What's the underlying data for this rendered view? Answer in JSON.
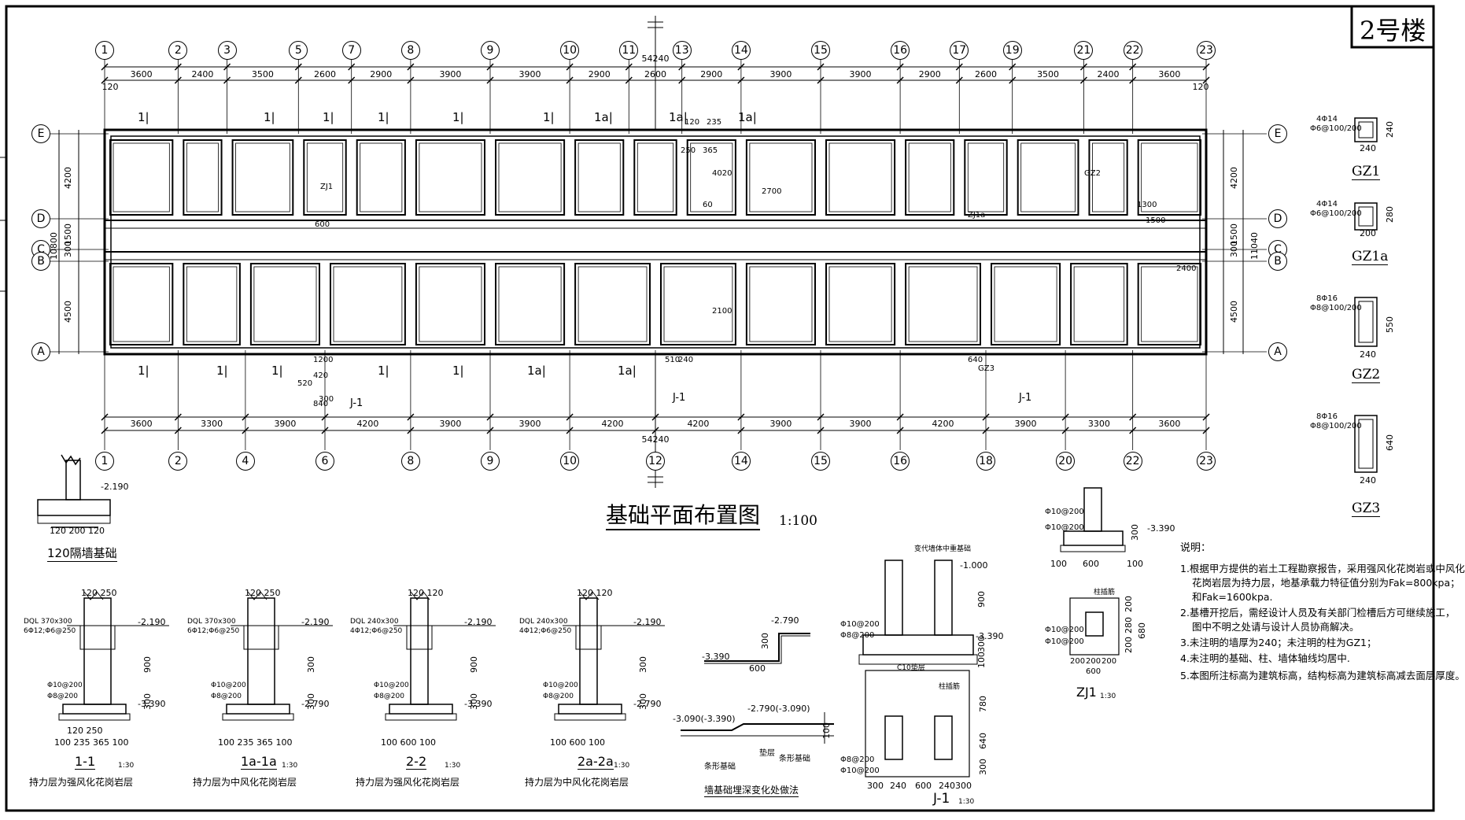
{
  "building_tag": "2号楼",
  "title": "基础平面布置图",
  "scale": "1:100",
  "top_axes": [
    "1",
    "2",
    "3",
    "5",
    "7",
    "8",
    "9",
    "10",
    "11",
    "13",
    "14",
    "15",
    "16",
    "17",
    "19",
    "21",
    "22",
    "23"
  ],
  "top_spans": [
    "3600",
    "2400",
    "3500",
    "2600",
    "2900",
    "3900",
    "3900",
    "2900",
    "2600",
    "2900",
    "3900",
    "3900",
    "2900",
    "2600",
    "3500",
    "2400",
    "3600"
  ],
  "top_total": "54240",
  "bottom_axes": [
    "1",
    "2",
    "4",
    "6",
    "8",
    "9",
    "10",
    "12",
    "14",
    "15",
    "16",
    "18",
    "20",
    "22",
    "23"
  ],
  "bottom_spans": [
    "3600",
    "3300",
    "3900",
    "4200",
    "3900",
    "3900",
    "4200",
    "4200",
    "3900",
    "3900",
    "4200",
    "3900",
    "3300",
    "3600"
  ],
  "bottom_total": "54240",
  "row_axes": [
    "E",
    "D",
    "C",
    "B",
    "A"
  ],
  "left_dims": [
    "4200",
    "1500",
    "300",
    "4500"
  ],
  "left_total": "10800",
  "right_total": "11040",
  "end_offset": "120",
  "footing_labels": {
    "top_row": [
      "1",
      "1",
      "1",
      "1",
      "1",
      "1",
      "1a",
      "1a",
      "1a"
    ],
    "bottom_row": [
      "1",
      "1",
      "1",
      "1",
      "1",
      "1a",
      "1a"
    ],
    "j1": "J-1",
    "zj1": "ZJ1",
    "zj1a": "ZJ1a",
    "gz2": "GZ2",
    "gz3": "GZ3"
  },
  "plan_dims": [
    "120",
    "235",
    "250",
    "365",
    "4020",
    "60",
    "2700",
    "2400",
    "2100",
    "1300",
    "1500",
    "600",
    "640",
    "510",
    "240",
    "420",
    "840",
    "300",
    "520",
    "1200"
  ],
  "columns": [
    {
      "name": "GZ1",
      "rebar": "4Φ14",
      "stirrup": "Φ6@100/200",
      "size_w": "240",
      "size_h": "240"
    },
    {
      "name": "GZ1a",
      "rebar": "4Φ14",
      "stirrup": "Φ6@100/200",
      "size_w": "200",
      "size_h": "280"
    },
    {
      "name": "GZ2",
      "rebar": "8Φ16",
      "stirrup": "Φ8@100/200",
      "size_w": "240",
      "size_h": "550"
    },
    {
      "name": "GZ3",
      "rebar": "8Φ16",
      "stirrup": "Φ8@100/200",
      "size_w": "240",
      "size_h": "640"
    }
  ],
  "partition_footing": {
    "title": "120隔墙基础",
    "elev": "-2.190",
    "dims": "120 200 120"
  },
  "sections": [
    {
      "name": "1-1",
      "scale": "1:30",
      "beam": "DQL 370x300",
      "beam_rebar": "6Φ12;Φ6@250",
      "top_dims": "120 250",
      "elev_top": "-2.190",
      "elev_bot": "-3.390",
      "h1": "900",
      "h2": "300",
      "base_rebar1": "Φ10@200",
      "base_rebar2": "Φ8@200",
      "bottom_dims": "100 235 365 100",
      "mid_dims": "120 250",
      "note": "持力层为强风化花岗岩层"
    },
    {
      "name": "1a-1a",
      "scale": "1:30",
      "beam": "DQL 370x300",
      "beam_rebar": "6Φ12;Φ6@250",
      "top_dims": "120 250",
      "elev_top": "-2.190",
      "elev_bot": "-2.790",
      "h1": "300",
      "h2": "300",
      "base_rebar1": "Φ10@200",
      "base_rebar2": "Φ8@200",
      "bottom_dims": "100 235 365 100",
      "mid_dims": "",
      "note": "持力层为中风化花岗岩层"
    },
    {
      "name": "2-2",
      "scale": "1:30",
      "beam": "DQL 240x300",
      "beam_rebar": "4Φ12;Φ6@250",
      "top_dims": "120 120",
      "elev_top": "-2.190",
      "elev_bot": "-3.390",
      "h1": "900",
      "h2": "300",
      "base_rebar1": "Φ10@200",
      "base_rebar2": "Φ8@200",
      "bottom_dims": "100 600 100",
      "mid_dims": "",
      "note": "持力层为强风化花岗岩层"
    },
    {
      "name": "2a-2a",
      "scale": "1:30",
      "beam": "DQL 240x300",
      "beam_rebar": "4Φ12;Φ6@250",
      "top_dims": "120 120",
      "elev_top": "-2.190",
      "elev_bot": "-2.790",
      "h1": "300",
      "h2": "300",
      "base_rebar1": "Φ10@200",
      "base_rebar2": "Φ8@200",
      "bottom_dims": "100 600 100",
      "mid_dims": "",
      "note": "持力层为中风化花岗岩层"
    }
  ],
  "step_detail": {
    "title": "墙基础埋深变化处做法",
    "elev1": "-2.790",
    "elev2": "-3.390",
    "h": "300",
    "w": "600",
    "elev3": "-2.790(-3.090)",
    "elev4": "-3.090(-3.390)",
    "h2": "100",
    "label_a": "条形基础",
    "label_b": "垫层",
    "label_c": "条形基础"
  },
  "j1_detail": {
    "name": "J-1",
    "scale": "1:30",
    "elev_top": "-1.000",
    "elev_bot": "-3.390",
    "h1": "900",
    "h2": "300",
    "h3": "100",
    "rebar1": "Φ10@200",
    "rebar2": "Φ8@200",
    "pad": "C10垫层",
    "label": "变代墙体中重基础",
    "col_label": "柱插筋",
    "plan_dims_v": [
      "780",
      "640",
      "300"
    ],
    "plan_dims_h": [
      "300",
      "240",
      "600",
      "240",
      "300"
    ]
  },
  "zj1_detail": {
    "name": "ZJ1",
    "scale": "1:30",
    "rebar1": "Φ10@200",
    "rebar2": "Φ10@200",
    "elev": "-3.390",
    "h": "300",
    "w": "600",
    "plan_h": [
      "200",
      "280",
      "200"
    ],
    "plan_w": [
      "200",
      "200",
      "200"
    ],
    "plan_total_h": "680",
    "plan_total_w": "600",
    "col_label": "柱插筋"
  },
  "notes_title": "说明：",
  "notes": [
    "1.根据甲方提供的岩土工程勘察报告，采用强风化花岗岩或中风化",
    "花岗岩层为持力层，地基承载力特征值分别为Fak=800kpa；",
    "和Fak=1600kpa.",
    "2.基槽开挖后，需经设计人员及有关部门检槽后方可继续施工，",
    "图中不明之处请与设计人员协商解决。",
    "3.未注明的墙厚为240；未注明的柱为GZ1；",
    "4.未注明的基础、柱、墙体轴线均居中.",
    "5.本图所注标高为建筑标高，结构标高为建筑标高减去面层厚度。"
  ]
}
